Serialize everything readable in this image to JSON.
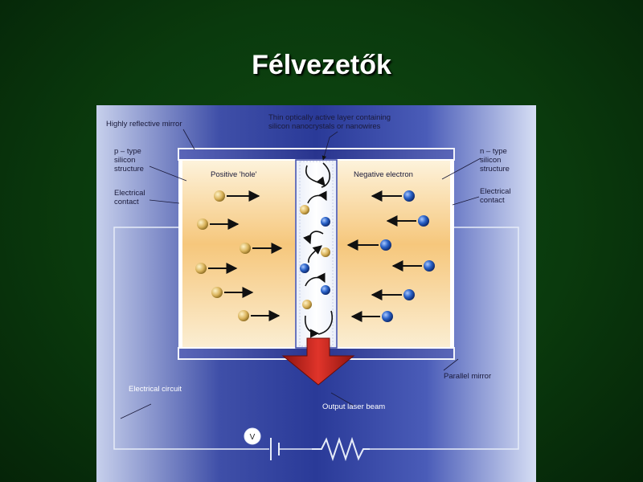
{
  "slide": {
    "title": "Félvezetők"
  },
  "diagram": {
    "labels": {
      "mirror_top": "Highly reflective mirror",
      "active_layer_1": "Thin optically active layer containing",
      "active_layer_2": "silicon nanocrystals or nanowires",
      "p_type_1": "p – type",
      "p_type_2": "silicon",
      "p_type_3": "structure",
      "n_type_1": "n – type",
      "n_type_2": "silicon",
      "n_type_3": "structure",
      "contact_left_1": "Electrical",
      "contact_left_2": "contact",
      "contact_right_1": "Electrical",
      "contact_right_2": "contact",
      "positive_hole": "Positive 'hole'",
      "negative_electron": "Negative electron",
      "parallel_mirror": "Parallel mirror",
      "electrical_circuit": "Electrical circuit",
      "output_beam": "Output laser beam",
      "voltmeter": "V"
    },
    "colors": {
      "slide_bg": "#0a3a0d",
      "hole": "#c9a24a",
      "electron": "#1c4fb0",
      "beam": "#d42a1e",
      "silicon": "#f5c87a"
    }
  }
}
